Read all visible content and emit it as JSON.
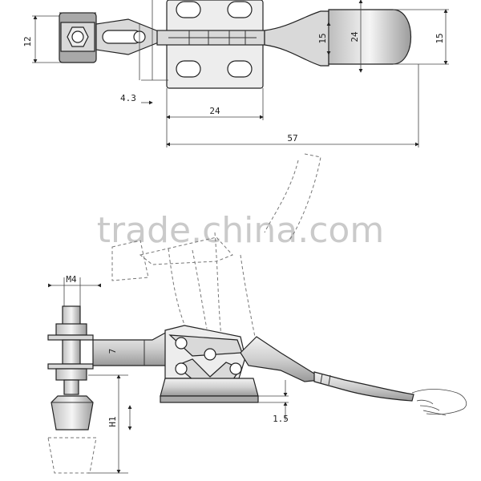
{
  "dimensions": {
    "top_height": "12",
    "offset": "4.3",
    "base_width": "24",
    "overall_length": "57",
    "handle_inner": "15",
    "handle_height": "24",
    "handle_right": "15",
    "thread": "M4",
    "spindle_gap": "7",
    "clamp_height": "H1",
    "base_thickness": "1.5"
  },
  "watermark": "trade.china.com"
}
